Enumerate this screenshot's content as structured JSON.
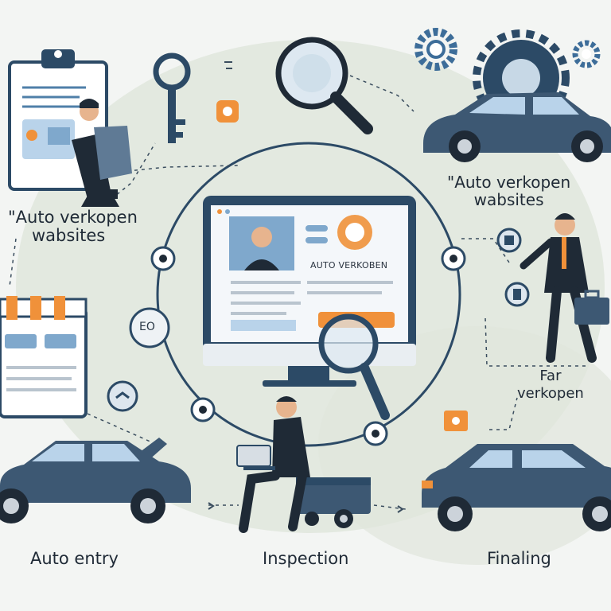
{
  "labels": {
    "websites_left_line1": "\"Auto verkopen",
    "websites_left_line2": "wabsites",
    "websites_right_line1": "\"Auto verkopen",
    "websites_right_line2": "wabsites",
    "far_line1": "Far",
    "far_line2": "verkopen",
    "screen_title": "AUTO VERKOBEN",
    "badge_text": "EO",
    "step_1": "Auto entry",
    "step_2": "Inspection",
    "step_3": "Finaling"
  },
  "colors": {
    "navy": "#2c4a66",
    "car_body": "#3d5873",
    "orange": "#f0913a",
    "light_blue": "#b9d3ea",
    "bg_blob": "#dfe6dc",
    "dark_text": "#1f2a36"
  },
  "icons": [
    "clipboard-icon",
    "key-icon",
    "magnifier-icon",
    "gear-icon",
    "monitor-icon",
    "calendar-icon",
    "car-icon",
    "laptop-icon",
    "briefcase-icon",
    "cart-icon",
    "person-icon"
  ]
}
